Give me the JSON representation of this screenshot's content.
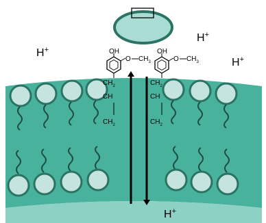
{
  "labels": {
    "proton": "H",
    "charge": "+",
    "hydroxyl": "OH",
    "methoxy_o": "O",
    "methyl": "CH",
    "methyl_sub": "3",
    "chain": "CH",
    "chain_sub": "2"
  },
  "colors": {
    "membrane": "#49b29d",
    "membrane_inner": "#8cd1c4",
    "lipid_head": "#c5e4e0",
    "lipid_stroke": "#2b7463",
    "vesicle_fill": "#a9ddd3",
    "vesicle_stroke": "#2b7463"
  }
}
